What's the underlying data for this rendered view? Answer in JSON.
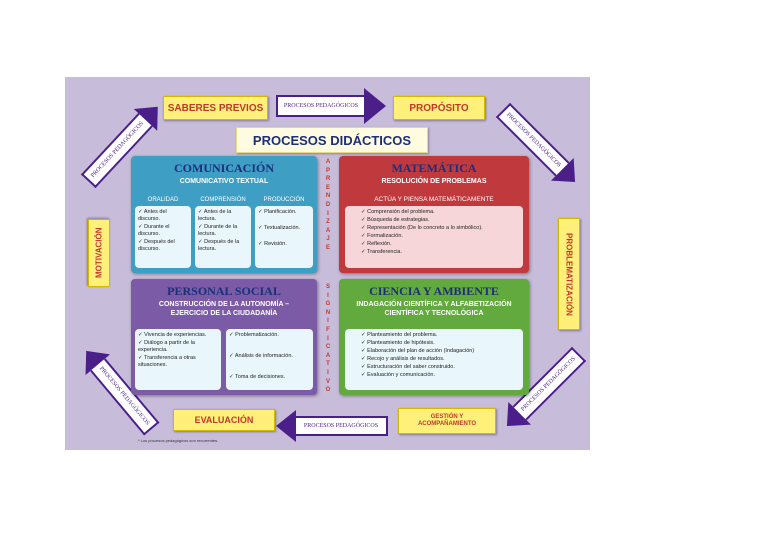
{
  "labels": {
    "saberes_previos": "SABERES PREVIOS",
    "proposito": "PROPÓSITO",
    "motivacion": "MOTIVACIÓN",
    "problematizacion": "PROBLEMATIZACIÓN",
    "evaluacion": "EVALUACIÓN",
    "gestion": "GESTIÓN Y ACOMPAÑAMIENTO",
    "procesos_pedagogicos": "PROCESOS PEDAGÓGICOS",
    "title": "PROCESOS DIDÁCTICOS"
  },
  "vertical_words": {
    "aprendizaje": [
      "A",
      "P",
      "R",
      "E",
      "N",
      "D",
      "I",
      "Z",
      "A",
      "J",
      "E"
    ],
    "significativo": [
      "S",
      "I",
      "G",
      "N",
      "I",
      "F",
      "I",
      "C",
      "A",
      "T",
      "I",
      "V",
      "O"
    ]
  },
  "comunicacion": {
    "title": "COMUNICACIÓN",
    "subtitle": "COMUNICATIVO TEXTUAL",
    "columns": [
      {
        "head": "ORALIDAD",
        "items": [
          "Antes del discurso.",
          "Durante el discurso.",
          "Después del discurso."
        ]
      },
      {
        "head": "COMPRENSIÓN",
        "items": [
          "Antes de la lectura.",
          "Durante de la lectura.",
          "Después de la lectura."
        ]
      },
      {
        "head": "PRODUCCIÓN",
        "items": [
          "Planificación.",
          "Textualización.",
          "Revisión."
        ]
      }
    ]
  },
  "matematica": {
    "title": "MATEMÁTICA",
    "subtitle": "RESOLUCIÓN DE PROBLEMAS",
    "subhead": "ACTÚA Y PIENSA MATEMÁTICAMENTE",
    "items": [
      "Comprensión del problema.",
      "Búsqueda de estrategias.",
      "Representación (De lo concreto a lo simbólico).",
      "Formalización.",
      "Reflexión.",
      "Transferencia."
    ]
  },
  "personal": {
    "title": "PERSONAL SOCIAL",
    "subtitle1": "CONSTRUCCIÓN DE LA AUTONOMÍA –",
    "subtitle2": "EJERCICIO DE LA CIUDADANÍA",
    "left_items": [
      "Vivencia de experiencias.",
      "Diálogo a partir de la experiencia.",
      "Transferencia a otras situaciones."
    ],
    "right_items": [
      "Problematización.",
      "Análisis de información.",
      "Toma de decisiones."
    ]
  },
  "ciencia": {
    "title": "CIENCIA Y AMBIENTE",
    "subtitle1": "INDAGACIÓN CIENTÍFICA Y ALFABETIZACIÓN",
    "subtitle2": "CIENTÍFICA Y TECNOLÓGICA",
    "items": [
      "Planteamiento del problema.",
      "Planteamiento de hipótesis.",
      "Elaboración del plan de acción (Indagación)",
      "Recojo y análisis de resultados.",
      "Estructuración del saber construido.",
      "Evaluación y comunicación."
    ]
  },
  "footnote": "* Los procesos pedagógicos son recurrentes.",
  "colors": {
    "panel": "#c7bcd9",
    "comunicacion": "#3e9ec4",
    "matematica": "#c0393d",
    "personal": "#7b5ba6",
    "ciencia": "#62a93e",
    "arrow_border": "#4b1f8a",
    "label_text": "#c0392b"
  }
}
